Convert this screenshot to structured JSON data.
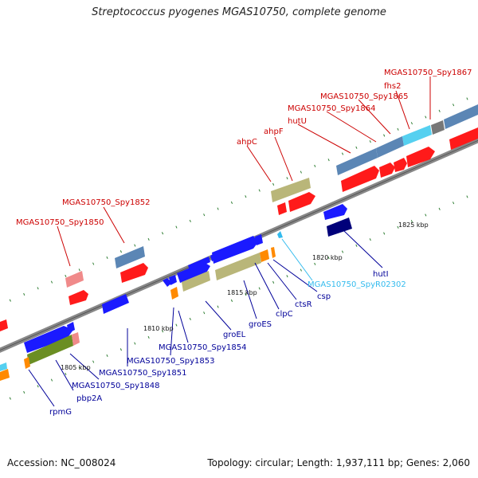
{
  "title": "Streptococcus pyogenes MGAS10750, complete genome",
  "footer": {
    "accession": "Accession: NC_008024",
    "summary": "Topology: circular; Length: 1,937,111 bp; Genes: 2,060"
  },
  "colors": {
    "forward_cds": "#ff1a1a",
    "reverse_cds": "#1a1aff",
    "blue_gray": "#5b86b5",
    "olive": "#b9b679",
    "rna": "#55d0f0",
    "orange": "#ff8a00",
    "dark_green": "#6b8e23",
    "navy": "#00007a",
    "pink": "#f08a8a",
    "label_red": "#cc0000",
    "label_blue": "#000099",
    "label_cyan": "#33bbee"
  },
  "tick_labels": [
    "1805 kbp",
    "1810 kbp",
    "1815 kbp",
    "1820 kbp",
    "1825 kbp"
  ],
  "top_labels": [
    "MGAS10750_Spy1867",
    "fhs2",
    "MGAS10750_Spy1865",
    "MGAS10750_Spy1864",
    "hutU",
    "ahpF",
    "ahpC",
    "MGAS10750_Spy1852",
    "MGAS10750_Spy1850"
  ],
  "bottom_labels": [
    "MGAS10750_SpyR02302",
    "csp",
    "ctsR",
    "clpC",
    "groES",
    "groEL",
    "hutI",
    "MGAS10750_Spy1854",
    "MGAS10750_Spy1853",
    "MGAS10750_Spy1851",
    "MGAS10750_Spy1848",
    "pbp2A",
    "rpmG"
  ]
}
